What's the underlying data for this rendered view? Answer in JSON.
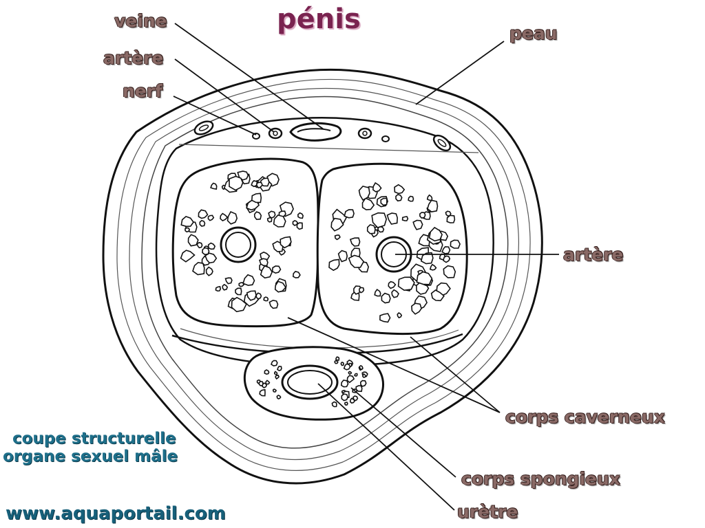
{
  "title": "pénis",
  "labels": {
    "veine": "veine",
    "artere_top": "artère",
    "nerf": "nerf",
    "peau": "peau",
    "artere_right": "artère",
    "corps_caverneux": "corps caverneux",
    "corps_spongieux": "corps spongieux",
    "uretre": "urètre"
  },
  "caption": {
    "line1": "coupe structurelle",
    "line2": "organe sexuel mâle"
  },
  "website": "www.aquaportail.com",
  "colors": {
    "label": "#8a6a66",
    "title": "#7a2350",
    "caption": "#1e6f8a",
    "line": "#111111"
  }
}
